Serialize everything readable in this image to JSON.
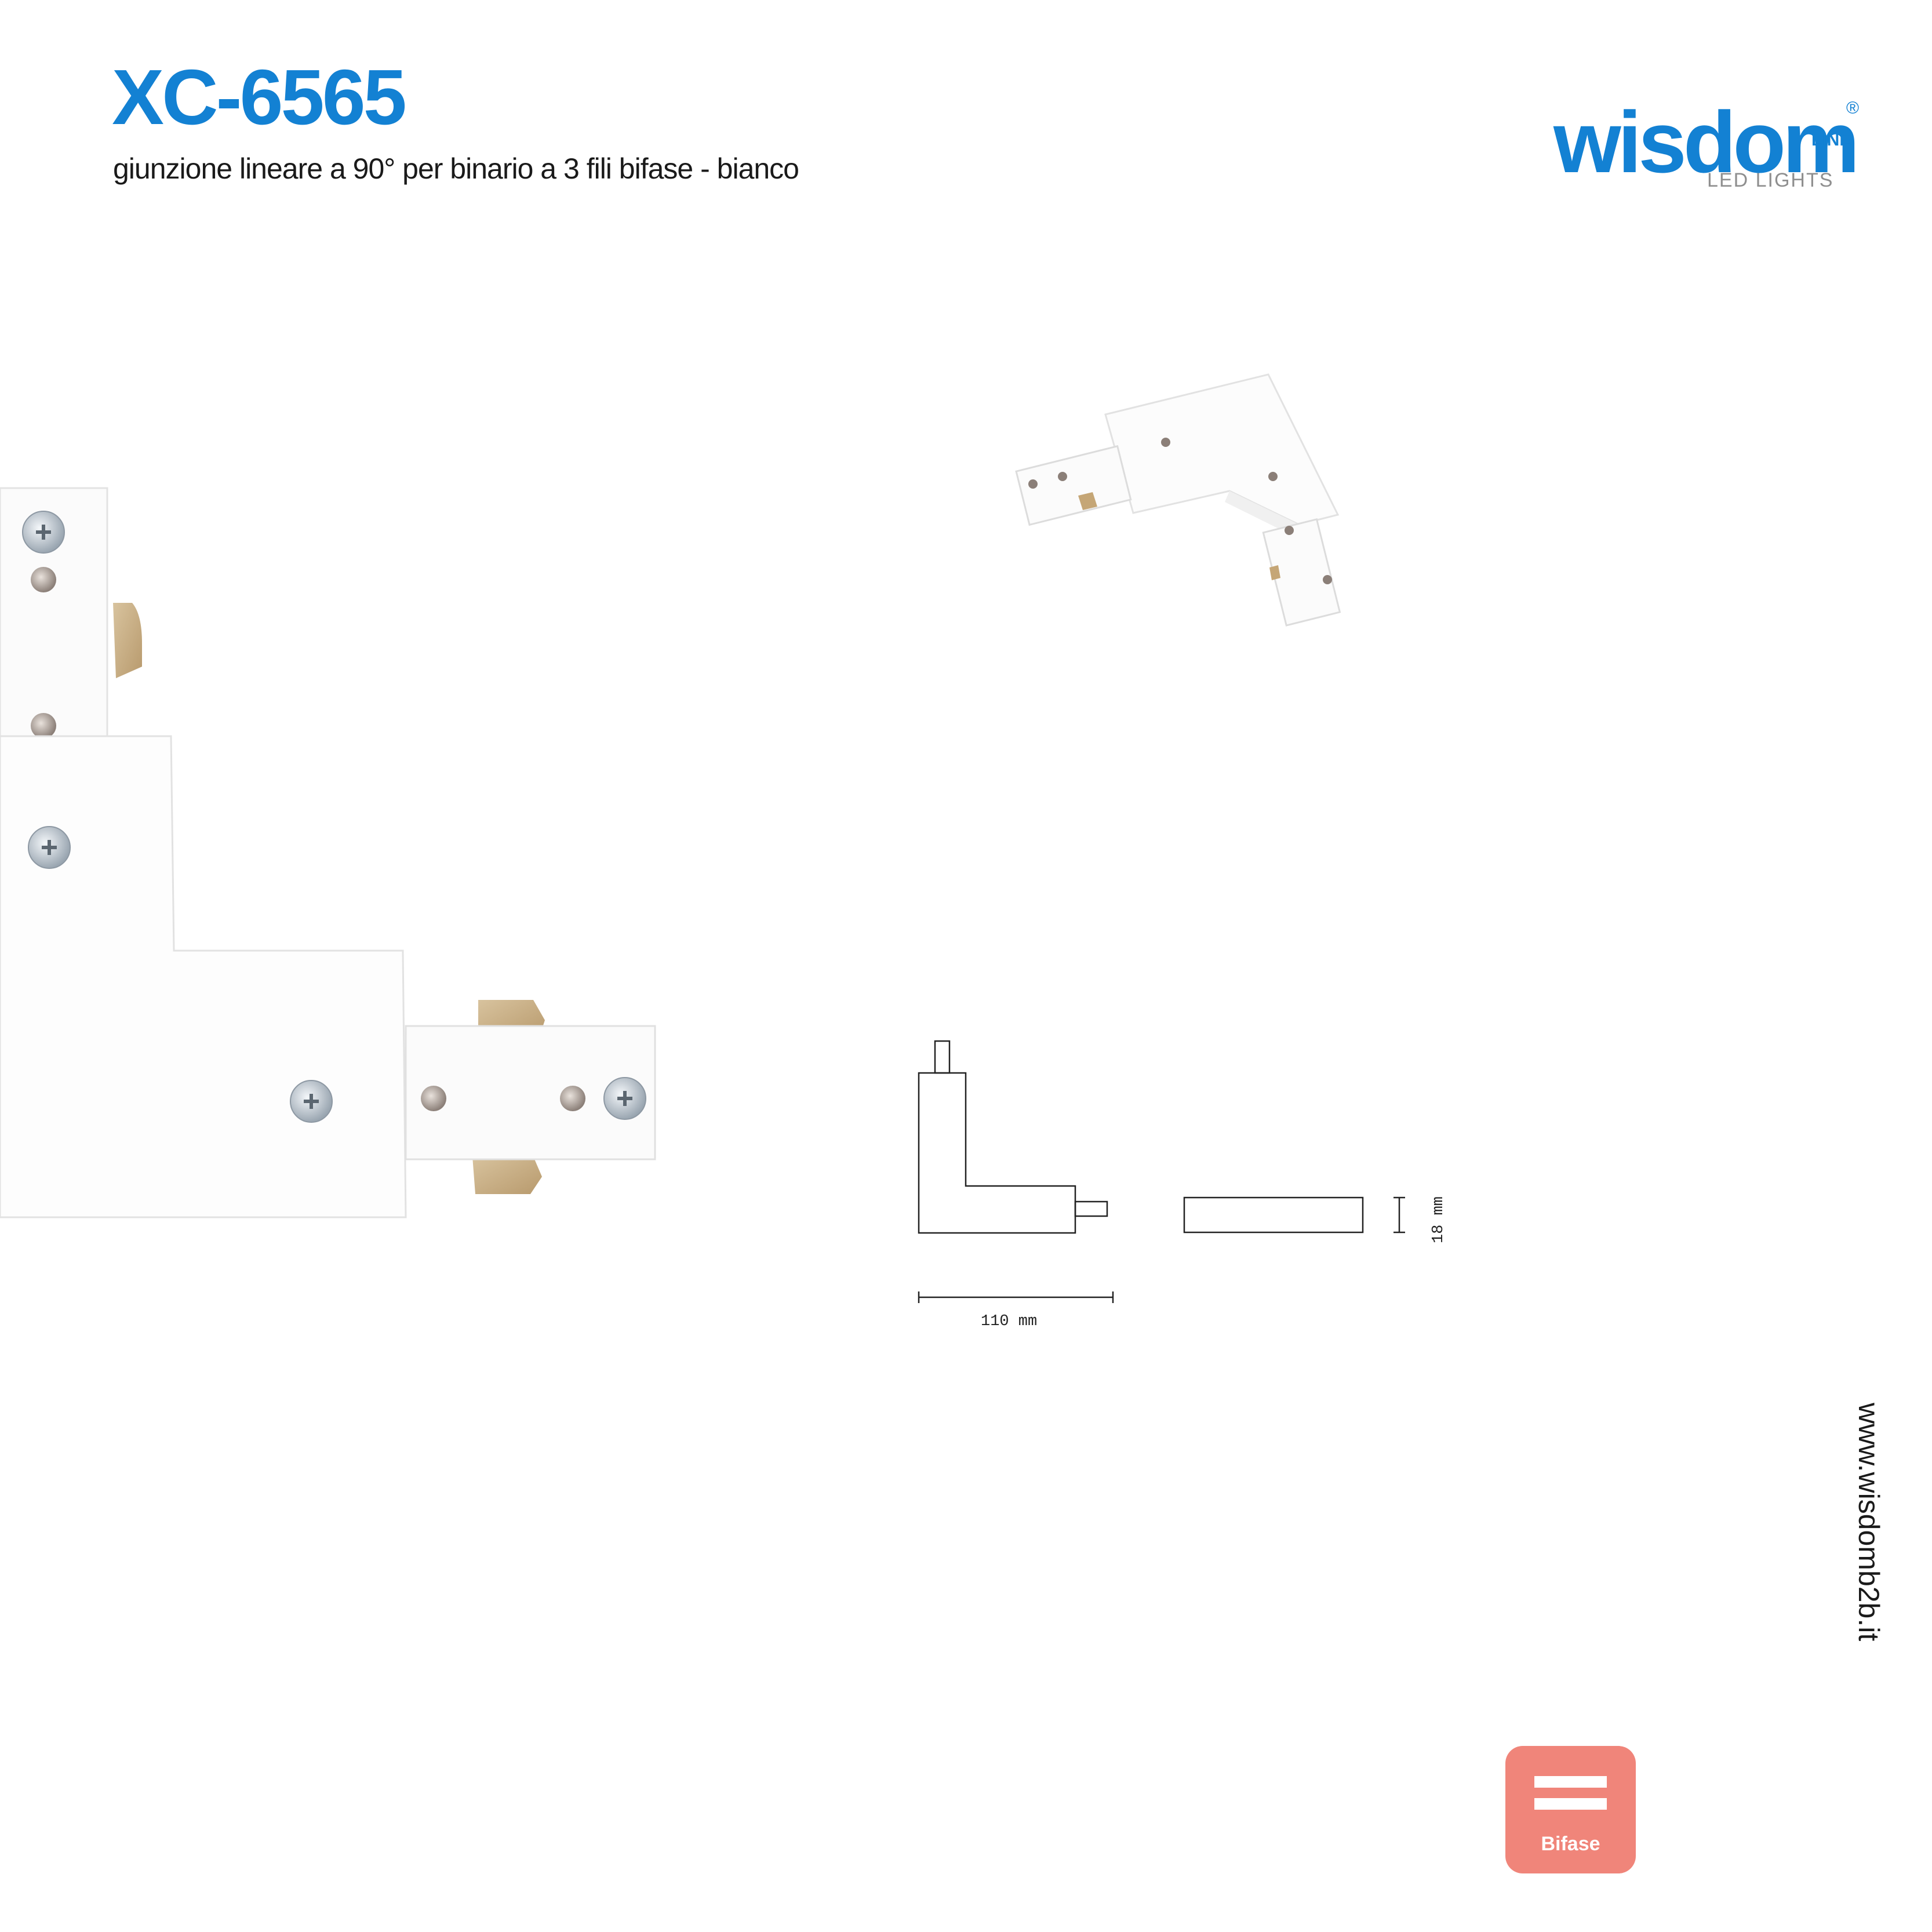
{
  "header": {
    "product_code": "XC-6565",
    "description": "giunzione lineare a 90° per binario a 3 fili bifase - bianco"
  },
  "brand": {
    "name": "wisdom",
    "line": "LINE",
    "registered": "®",
    "tagline": "LED LIGHTS",
    "color": "#1381d3"
  },
  "drawing": {
    "length_label": "110 mm",
    "height_label": "18 mm"
  },
  "website": "www.wisdomb2b.it",
  "badge": {
    "label": "Bifase",
    "color": "#f0857a"
  }
}
